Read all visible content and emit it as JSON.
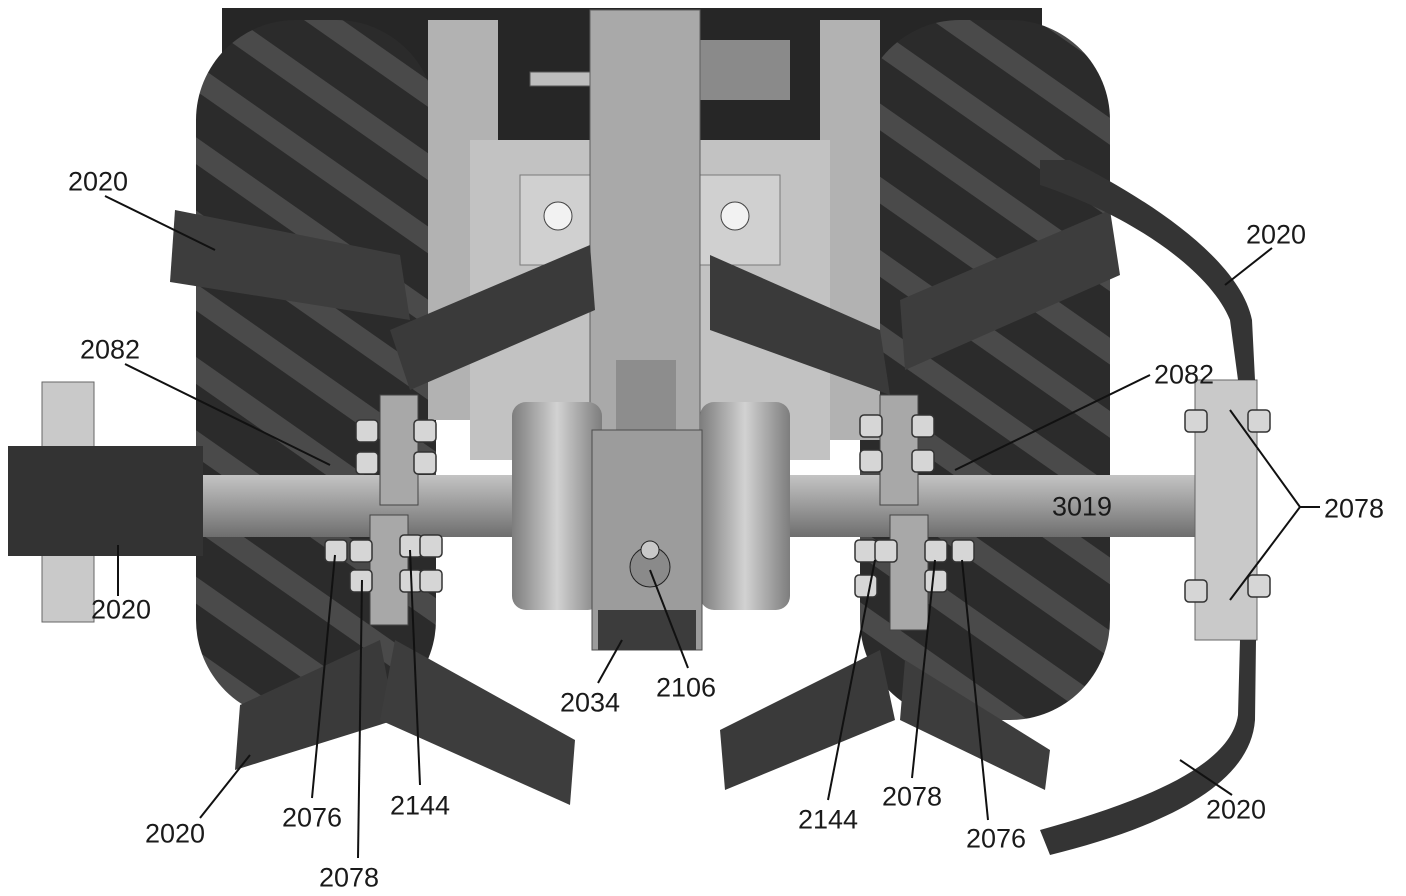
{
  "labels": [
    {
      "id": "l1",
      "text": "2020"
    },
    {
      "id": "l2",
      "text": "2082"
    },
    {
      "id": "l3",
      "text": "2020"
    },
    {
      "id": "l4",
      "text": "2020"
    },
    {
      "id": "l5",
      "text": "2082"
    },
    {
      "id": "l6",
      "text": "3019"
    },
    {
      "id": "l7",
      "text": "2078"
    },
    {
      "id": "l8",
      "text": "2020"
    },
    {
      "id": "l9",
      "text": "2076"
    },
    {
      "id": "l10",
      "text": "2078"
    },
    {
      "id": "l11",
      "text": "2144"
    },
    {
      "id": "l12",
      "text": "2034"
    },
    {
      "id": "l13",
      "text": "2106"
    },
    {
      "id": "l14",
      "text": "2144"
    },
    {
      "id": "l15",
      "text": "2078"
    },
    {
      "id": "l16",
      "text": "2076"
    },
    {
      "id": "l17",
      "text": "2020"
    }
  ],
  "colors": {
    "tire": "#2b2b2b",
    "tread": "#4a4a4a",
    "frame": "#b5b5b5",
    "blade": "#3a3a3a",
    "shaft": "#9c9c9c",
    "leader": "#111111"
  }
}
